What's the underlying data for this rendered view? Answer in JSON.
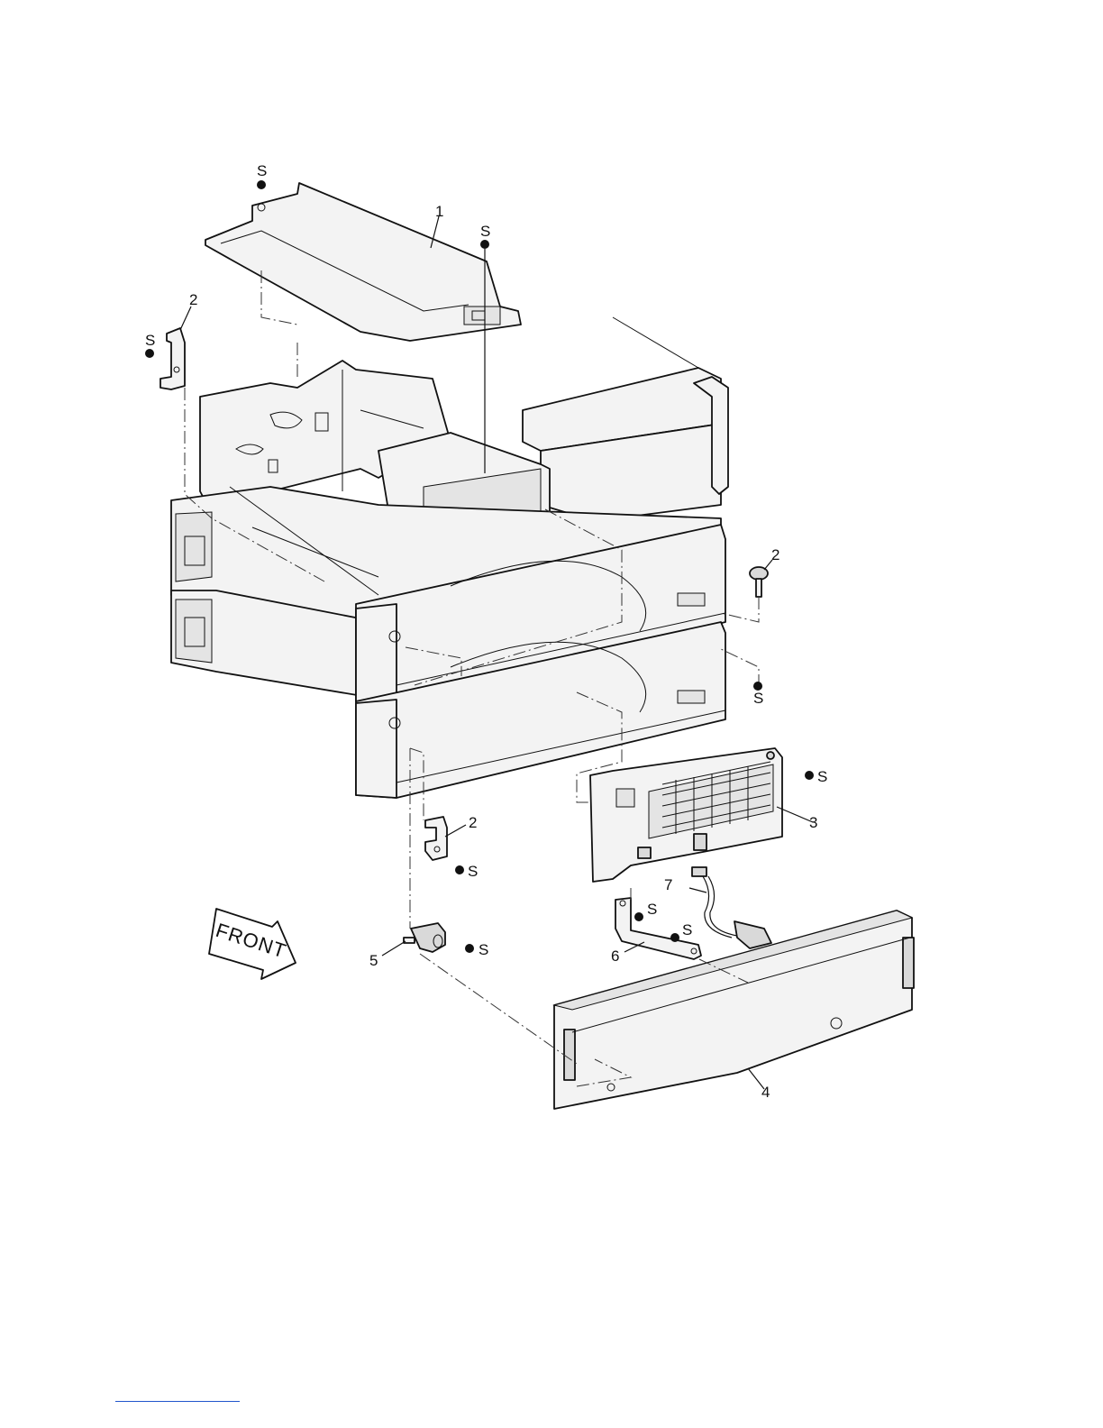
{
  "diagram": {
    "callouts": {
      "c1": "1",
      "c2a": "2",
      "c2b": "2",
      "c2c": "2",
      "c3": "3",
      "c4": "4",
      "c5": "5",
      "c6": "6",
      "c7": "7"
    },
    "screw_label": "S",
    "front_label": "FRONT"
  }
}
